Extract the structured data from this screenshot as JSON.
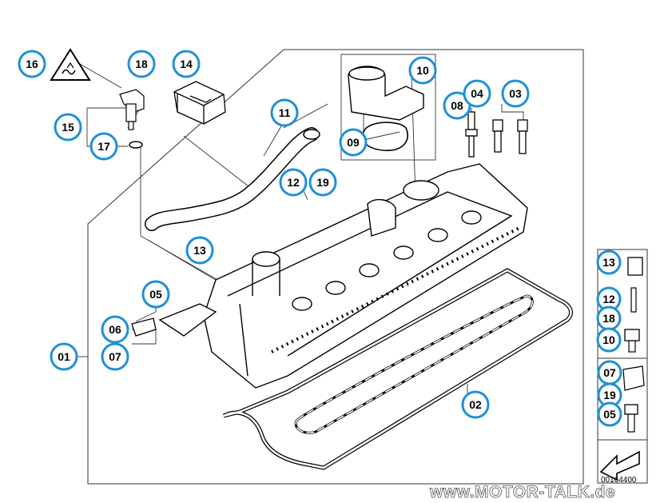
{
  "diagram": {
    "id_code": "00164400",
    "watermark": "www.MOTOR-TALK.de",
    "callout_color": "#1e90d6",
    "callouts": [
      {
        "key": "c16",
        "label": "16"
      },
      {
        "key": "c18",
        "label": "18"
      },
      {
        "key": "c14",
        "label": "14"
      },
      {
        "key": "c15",
        "label": "15"
      },
      {
        "key": "c17",
        "label": "17"
      },
      {
        "key": "c11",
        "label": "11"
      },
      {
        "key": "c12",
        "label": "12"
      },
      {
        "key": "c19",
        "label": "19"
      },
      {
        "key": "c13",
        "label": "13"
      },
      {
        "key": "c10",
        "label": "10"
      },
      {
        "key": "c08",
        "label": "08"
      },
      {
        "key": "c04",
        "label": "04"
      },
      {
        "key": "c03",
        "label": "03"
      },
      {
        "key": "c09",
        "label": "09"
      },
      {
        "key": "c05",
        "label": "05"
      },
      {
        "key": "c06",
        "label": "06"
      },
      {
        "key": "c07",
        "label": "07"
      },
      {
        "key": "c01",
        "label": "01"
      },
      {
        "key": "c02",
        "label": "02"
      }
    ],
    "legend": {
      "items": [
        {
          "key": "l13",
          "label": "13"
        },
        {
          "key": "l12",
          "label": "12"
        },
        {
          "key": "l18",
          "label": "18"
        },
        {
          "key": "l10",
          "label": "10"
        },
        {
          "key": "l07",
          "label": "07"
        },
        {
          "key": "l19",
          "label": "19"
        },
        {
          "key": "l05",
          "label": "05"
        }
      ]
    }
  }
}
